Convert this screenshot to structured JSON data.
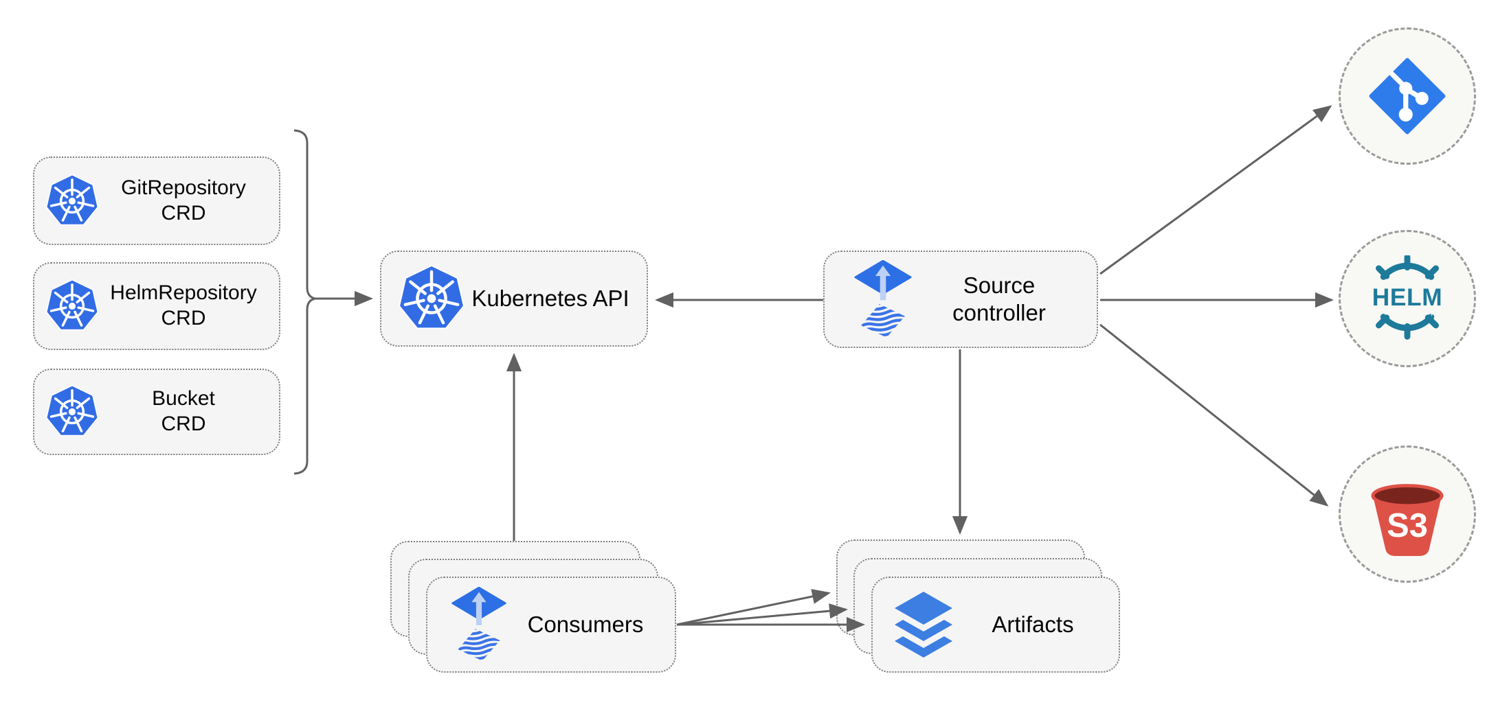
{
  "diagram": {
    "description": "Flux source-controller architecture diagram"
  },
  "nodes": {
    "crds": [
      {
        "line1": "GitRepository",
        "line2": "CRD"
      },
      {
        "line1": "HelmRepository",
        "line2": "CRD"
      },
      {
        "line1": "Bucket",
        "line2": "CRD"
      }
    ],
    "kubernetes_api": {
      "label": "Kubernetes API"
    },
    "source_controller": {
      "line1": "Source",
      "line2": "controller"
    },
    "consumers": {
      "label": "Consumers"
    },
    "artifacts": {
      "label": "Artifacts"
    },
    "externals": {
      "git": {
        "icon": "git-icon"
      },
      "helm": {
        "label": "HELM"
      },
      "s3": {
        "label": "S3"
      }
    }
  },
  "icons": [
    "kubernetes-icon",
    "flux-icon",
    "layers-icon",
    "git-icon",
    "helm-icon",
    "s3-bucket-icon"
  ],
  "colors": {
    "kubernetes_blue": "#326CE5",
    "flux_blue": "#2D6FE4",
    "flux_arrow_light": "#BDD1F5",
    "wave_blue": "#3B74E6",
    "layers_blue": "#3D7EE2",
    "git_blue": "#2E7CEB",
    "helm_teal": "#1D7A9B",
    "s3_red": "#DE5146",
    "s3_dark_red": "#7A241E",
    "arrow_gray": "#616161",
    "box_fill": "#F5F5F5",
    "box_border": "#7C7C7C"
  }
}
